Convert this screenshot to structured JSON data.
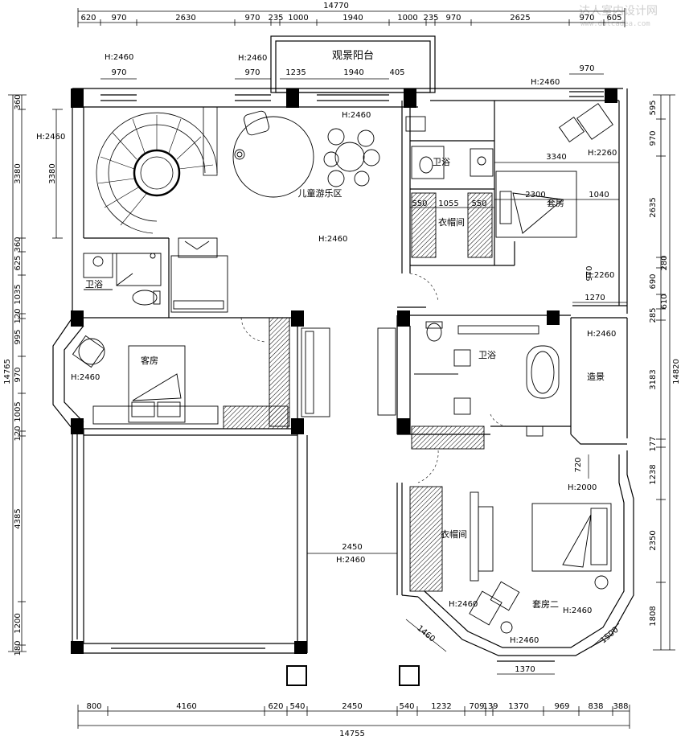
{
  "watermark": {
    "title": "达人室内设计网",
    "url": "www.dolcadea.com"
  },
  "overall": {
    "top": "14770",
    "bottom": "14755",
    "left": "14765",
    "right": "14820"
  },
  "top_dims": [
    "620",
    "970",
    "2630",
    "970",
    "235",
    "1000",
    "1940",
    "1000",
    "235",
    "970",
    "2625",
    "970",
    "605"
  ],
  "bottom_dims": [
    "800",
    "4160",
    "620",
    "540",
    "2450",
    "540",
    "1232",
    "709",
    "139",
    "1370",
    "969",
    "838",
    "388"
  ],
  "left_dims": [
    "360",
    "3380",
    "360",
    "625",
    "1035",
    "120",
    "995",
    "970",
    "1005",
    "120",
    "4385",
    "1200",
    "180"
  ],
  "right_dims": [
    "595",
    "970",
    "2635",
    "280",
    "690",
    "610",
    "285",
    "3183",
    "177",
    "1238",
    "2350",
    "1808"
  ],
  "rooms": {
    "balcony": "观景阳台",
    "kids": "儿童游乐区",
    "bath1": "卫浴",
    "bath2": "卫浴",
    "bath3": "卫浴",
    "guest": "客房",
    "suite": "套房",
    "suite2": "套房二",
    "closet1": "衣帽间",
    "closet2": "衣帽间",
    "scene": "造景"
  },
  "heights": {
    "h2460": "H:2460",
    "h2260": "H:2260",
    "h2000": "H:2000"
  },
  "inner_dims": {
    "d970a": "970",
    "d970b": "970",
    "d1235": "1235",
    "d1940": "1940",
    "d405": "405",
    "d970c": "970",
    "d3340": "3340",
    "d2300": "2300",
    "d1040": "1040",
    "d550a": "550",
    "d1055": "1055",
    "d550b": "550",
    "d970d": "970",
    "d1270": "1270",
    "d2450": "2450",
    "d720": "720",
    "d1460": "1460",
    "d1500": "1500",
    "d1370": "1370",
    "d3380": "3380"
  }
}
